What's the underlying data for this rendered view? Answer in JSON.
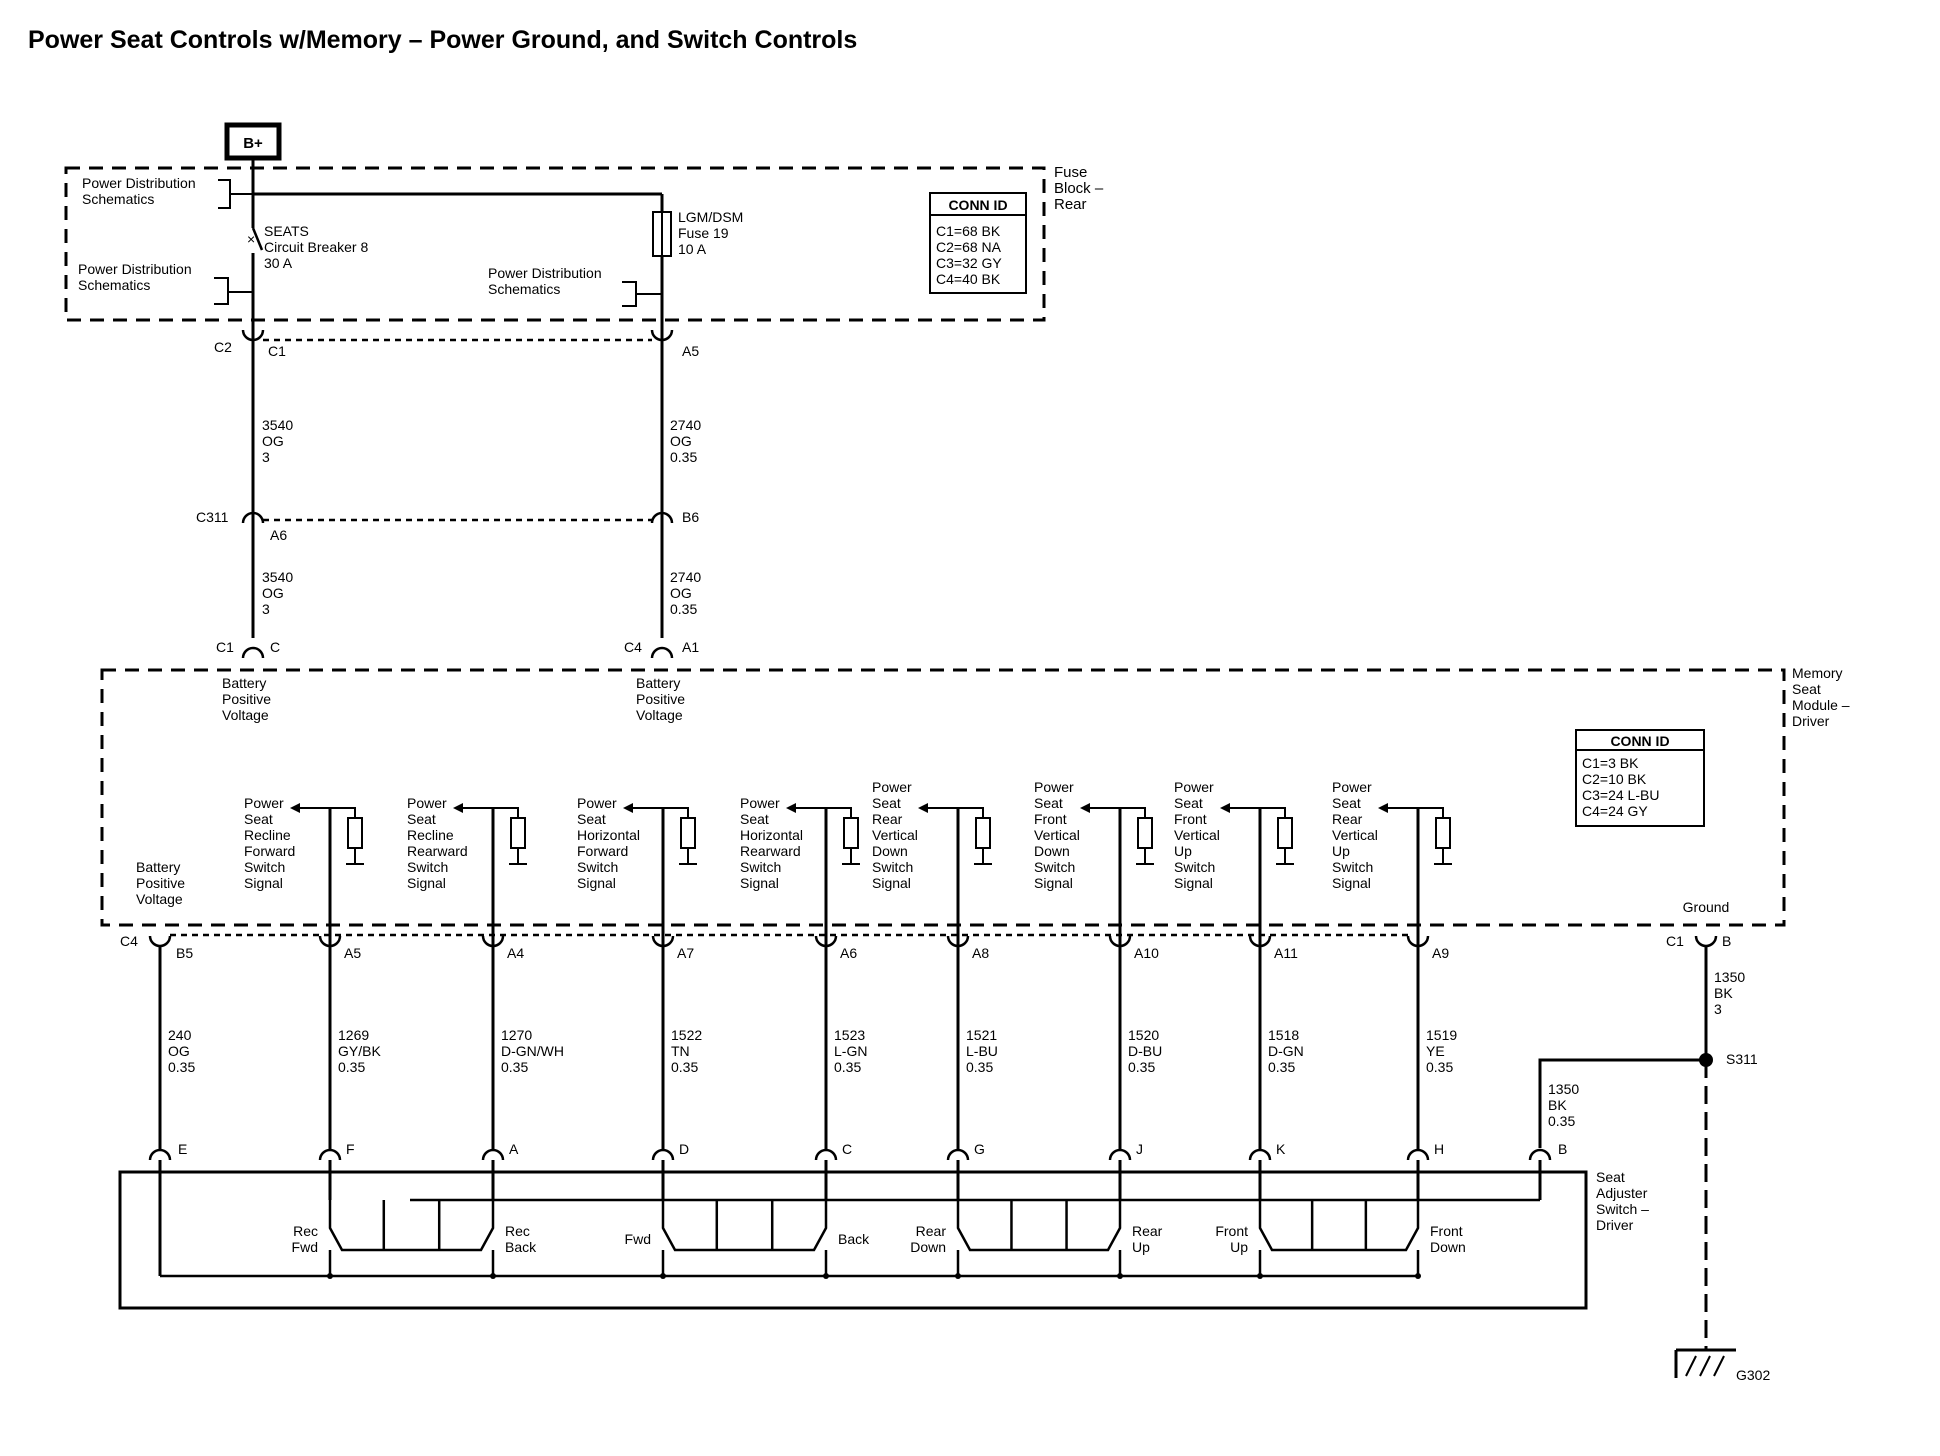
{
  "title": "Power Seat Controls w/Memory – Power Ground, and Switch Controls",
  "bplus": "B+",
  "fuse_block": {
    "name": [
      "Fuse",
      "Block –",
      "Rear"
    ],
    "conn_header": "CONN ID",
    "conn": [
      "C1=68 BK",
      "C2=68 NA",
      "C3=32 GY",
      "C4=40 BK"
    ],
    "pds_label": [
      "Power Distribution",
      "Schematics"
    ],
    "breaker": [
      "SEATS",
      "Circuit Breaker 8",
      "30 A"
    ],
    "fuse": [
      "LGM/DSM",
      "Fuse 19",
      "10 A"
    ]
  },
  "connectors": {
    "c2": "C2",
    "c1": "C1",
    "a5": "A5",
    "c311": "C311",
    "a6": "A6",
    "b6": "B6",
    "c1_msm": "C1",
    "c_pin": "C",
    "c4_msm": "C4",
    "a1": "A1",
    "c4_row": "C4",
    "c1_row": "C1",
    "b_ground": "B"
  },
  "wires": {
    "w3540_a": [
      "3540",
      "OG",
      "3"
    ],
    "w2740_a": [
      "2740",
      "OG",
      "0.35"
    ],
    "w3540_b": [
      "3540",
      "OG",
      "3"
    ],
    "w2740_b": [
      "2740",
      "OG",
      "0.35"
    ],
    "w1350_main": [
      "1350",
      "BK",
      "3"
    ],
    "w1350_branch": [
      "1350",
      "BK",
      "0.35"
    ]
  },
  "module": {
    "name": [
      "Memory",
      "Seat",
      "Module –",
      "Driver"
    ],
    "conn_header": "CONN ID",
    "conn": [
      "C1=3 BK",
      "C2=10 BK",
      "C3=24 L-BU",
      "C4=24 GY"
    ],
    "bpv": [
      "Battery",
      "Positive",
      "Voltage"
    ],
    "ground_label": "Ground",
    "signals": [
      {
        "label": [
          "Power",
          "Seat",
          "Recline",
          "Forward",
          "Switch",
          "Signal"
        ],
        "pin": "A5",
        "wire": [
          "1269",
          "GY/BK",
          "0.35"
        ],
        "sw_pin": "F"
      },
      {
        "label": [
          "Power",
          "Seat",
          "Recline",
          "Rearward",
          "Switch",
          "Signal"
        ],
        "pin": "A4",
        "wire": [
          "1270",
          "D-GN/WH",
          "0.35"
        ],
        "sw_pin": "A"
      },
      {
        "label": [
          "Power",
          "Seat",
          "Horizontal",
          "Forward",
          "Switch",
          "Signal"
        ],
        "pin": "A7",
        "wire": [
          "1522",
          "TN",
          "0.35"
        ],
        "sw_pin": "D"
      },
      {
        "label": [
          "Power",
          "Seat",
          "Horizontal",
          "Rearward",
          "Switch",
          "Signal"
        ],
        "pin": "A6",
        "wire": [
          "1523",
          "L-GN",
          "0.35"
        ],
        "sw_pin": "C"
      },
      {
        "label": [
          "Power",
          "Seat",
          "Rear",
          "Vertical",
          "Down",
          "Switch",
          "Signal"
        ],
        "pin": "A8",
        "wire": [
          "1521",
          "L-BU",
          "0.35"
        ],
        "sw_pin": "G"
      },
      {
        "label": [
          "Power",
          "Seat",
          "Front",
          "Vertical",
          "Down",
          "Switch",
          "Signal"
        ],
        "pin": "A10",
        "wire": [
          "1520",
          "D-BU",
          "0.35"
        ],
        "sw_pin": "J"
      },
      {
        "label": [
          "Power",
          "Seat",
          "Front",
          "Vertical",
          "Up",
          "Switch",
          "Signal"
        ],
        "pin": "A11",
        "wire": [
          "1518",
          "D-GN",
          "0.35"
        ],
        "sw_pin": "K"
      },
      {
        "label": [
          "Power",
          "Seat",
          "Rear",
          "Vertical",
          "Up",
          "Switch",
          "Signal"
        ],
        "pin": "A9",
        "wire": [
          "1519",
          "YE",
          "0.35"
        ],
        "sw_pin": "H"
      }
    ],
    "bpv_pin": "B5",
    "bpv_wire": [
      "240",
      "OG",
      "0.35"
    ],
    "bpv_sw_pin": "E"
  },
  "switch": {
    "name": [
      "Seat",
      "Adjuster",
      "Switch –",
      "Driver"
    ],
    "ground_pin": "B",
    "contacts": [
      [
        "Rec",
        "Fwd"
      ],
      [
        "Rec",
        "Back"
      ],
      [
        "Fwd"
      ],
      [
        "Back"
      ],
      [
        "Rear",
        "Down"
      ],
      [
        "Rear",
        "Up"
      ],
      [
        "Front",
        "Up"
      ],
      [
        "Front",
        "Down"
      ]
    ]
  },
  "splice": "S311",
  "ground": "G302"
}
